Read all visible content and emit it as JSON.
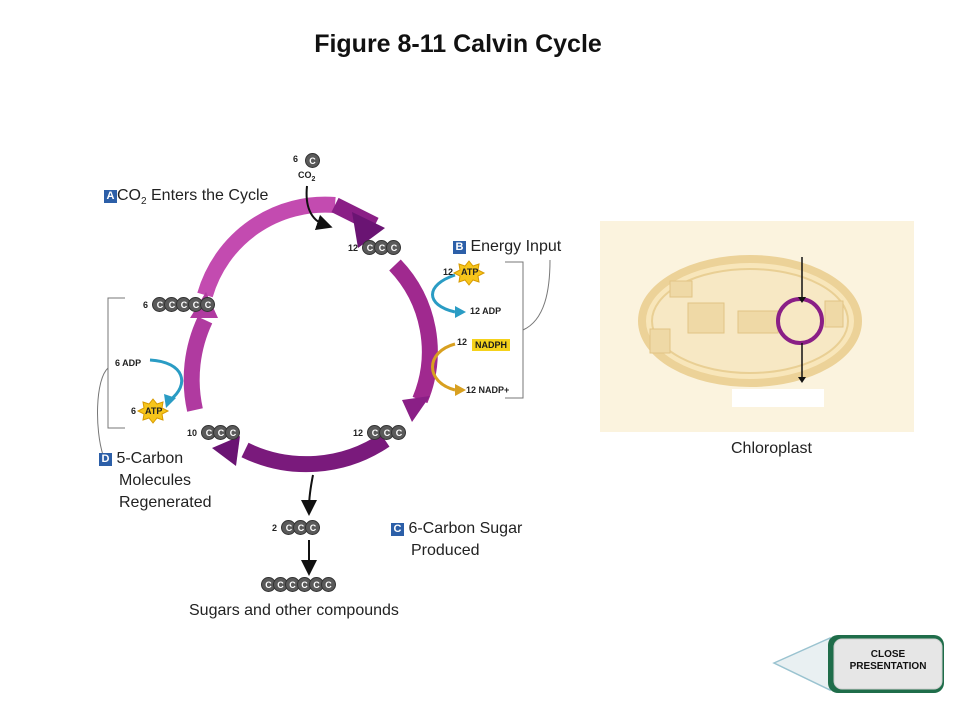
{
  "title": "Figure 8-11 Calvin Cycle",
  "steps": {
    "a": {
      "badge": "A",
      "label_main": "CO",
      "label_sub": "2",
      "label_rest": " Enters the Cycle"
    },
    "b": {
      "badge": "B",
      "label": "Energy Input"
    },
    "c": {
      "badge": "C",
      "line1": "6-Carbon Sugar",
      "line2": "Produced"
    },
    "d": {
      "badge": "D",
      "line1": "5-Carbon",
      "line2": "Molecules",
      "line3": "Regenerated"
    }
  },
  "molecules": {
    "co2_count": "6",
    "co2_carbon": "C",
    "co2_label": "CO",
    "co2_label_sub": "2",
    "top_count": "12",
    "right_count": "12",
    "left_count": "10",
    "five_carbon_count": "6",
    "sugar_out_count": "2",
    "atp_in_count": "12",
    "atp_label": "ATP",
    "adp_out": "12 ADP",
    "nadph_count": "12",
    "nadph_label": "NADPH",
    "nadp_out": "12 NADP+",
    "left_adp": "6 ADP",
    "left_atp_count": "6",
    "carbon_letter": "C"
  },
  "sugars_label": "Sugars and other compounds",
  "chloroplast_label": "Chloroplast",
  "close_button": {
    "line1": "CLOSE",
    "line2": "PRESENTATION"
  },
  "colors": {
    "cycle": "#a0298f",
    "cycle_dark": "#6a1473",
    "arrow_blue": "#2a9cc4",
    "arrow_gold": "#d8a020",
    "atp_star": "#f7c51b",
    "badge": "#2c5fa8"
  }
}
